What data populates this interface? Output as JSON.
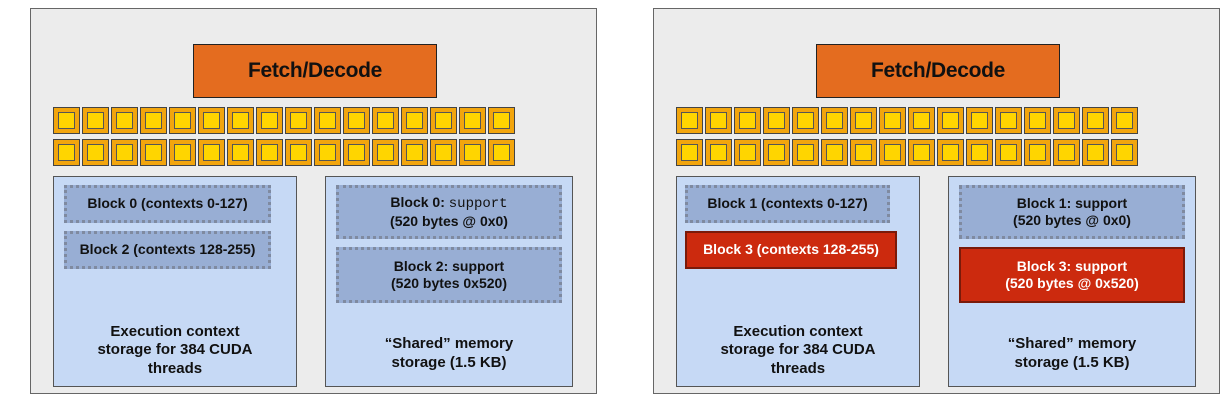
{
  "cores": [
    {
      "fetch_label": "Fetch/Decode",
      "alu_rows": 2,
      "alus_per_row": 16,
      "exec_panel": {
        "slots": [
          {
            "label": "Block 0 (contexts 0-127)",
            "active": false
          },
          {
            "label": "Block 2 (contexts 128-255)",
            "active": false
          }
        ],
        "caption_lines": [
          "Execution context",
          "storage for 384 CUDA",
          "threads"
        ]
      },
      "shared_panel": {
        "slots": [
          {
            "line1_prefix": "Block 0: ",
            "line1_code": "support",
            "line2": "(520 bytes @ 0x0)",
            "active": false
          },
          {
            "line1_prefix": "Block 2: support",
            "line1_code": "",
            "line2": "(520 bytes 0x520)",
            "active": false
          }
        ],
        "caption_lines": [
          "“Shared” memory",
          "storage (1.5 KB)"
        ]
      }
    },
    {
      "fetch_label": "Fetch/Decode",
      "alu_rows": 2,
      "alus_per_row": 16,
      "exec_panel": {
        "slots": [
          {
            "label": "Block 1 (contexts 0-127)",
            "active": false
          },
          {
            "label": "Block 3 (contexts 128-255)",
            "active": true
          }
        ],
        "caption_lines": [
          "Execution context",
          "storage for 384 CUDA",
          "threads"
        ]
      },
      "shared_panel": {
        "slots": [
          {
            "line1_prefix": "Block 1: support",
            "line1_code": "",
            "line2": "(520 bytes @ 0x0)",
            "active": false
          },
          {
            "line1_prefix": "Block 3: support",
            "line1_code": "",
            "line2": "(520 bytes @ 0x520)",
            "active": true
          }
        ],
        "caption_lines": [
          "“Shared” memory",
          "storage (1.5 KB)"
        ]
      }
    }
  ],
  "colors": {
    "fetch": "#e46c1f",
    "alu_outer": "#f2a50d",
    "alu_inner": "#ffd500",
    "panel": "#c6d9f5",
    "slot": "#98aed4",
    "slot_active": "#cc2a0e"
  }
}
